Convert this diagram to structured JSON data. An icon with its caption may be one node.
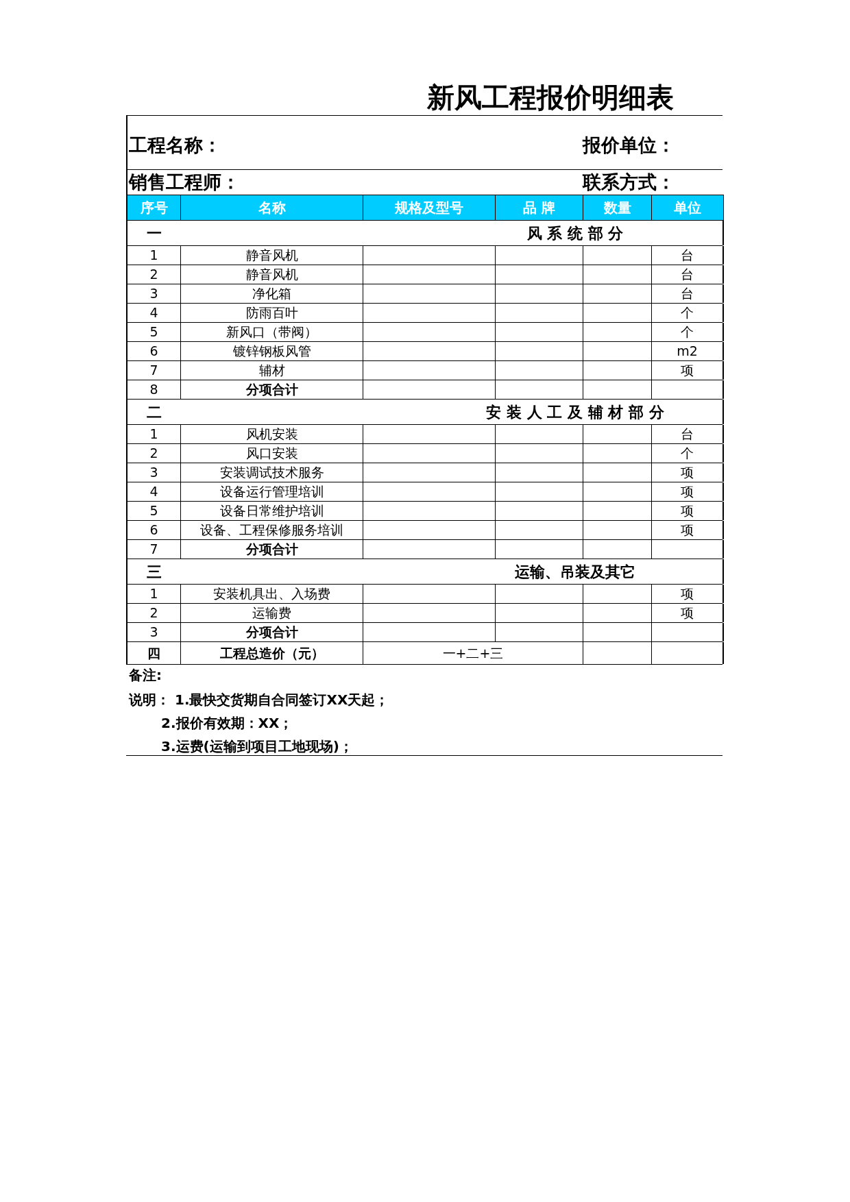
{
  "diagram": {
    "title": "新风工程报价明细表",
    "labels": [
      "工程名称：",
      "报价单位：",
      "销售工程师：",
      "联系方式：",
      "序号",
      "名称",
      "规格及型号",
      "品 牌",
      "数量",
      "单位",
      "一",
      "风 系 统 部 分",
      "1",
      "静音风机",
      "台",
      "2",
      "静音风机",
      "台",
      "3",
      "净化箱",
      "台",
      "4",
      "防雨百叶",
      "个",
      "5",
      "新风口（带阀）",
      "个",
      "6",
      "镀锌钢板风管",
      "m2",
      "7",
      "辅材",
      "项",
      "8",
      "分项合计",
      "二",
      "安 装 人 工 及 辅 材 部 分",
      "1",
      "风机安装",
      "台",
      "2",
      "风口安装",
      "个",
      "3",
      "安装调试技术服务",
      "项",
      "4",
      "设备运行管理培训",
      "项",
      "5",
      "设备日常维护培训",
      "项",
      "6",
      "设备、工程保修服务培训",
      "项",
      "7",
      "分项合计",
      "三",
      "运输、吊装及其它",
      "1",
      "安装机具出、入场费",
      "项",
      "2",
      "运输费",
      "项",
      "3",
      "分项合计",
      "四",
      "工程总造价（元）",
      "一+二+三",
      "备注:",
      "说明： 1.最快交货期自合同签订XX天起；",
      "2.报价有效期：XX；",
      "3.运费(运输到项目工地现场)；"
    ]
  }
}
